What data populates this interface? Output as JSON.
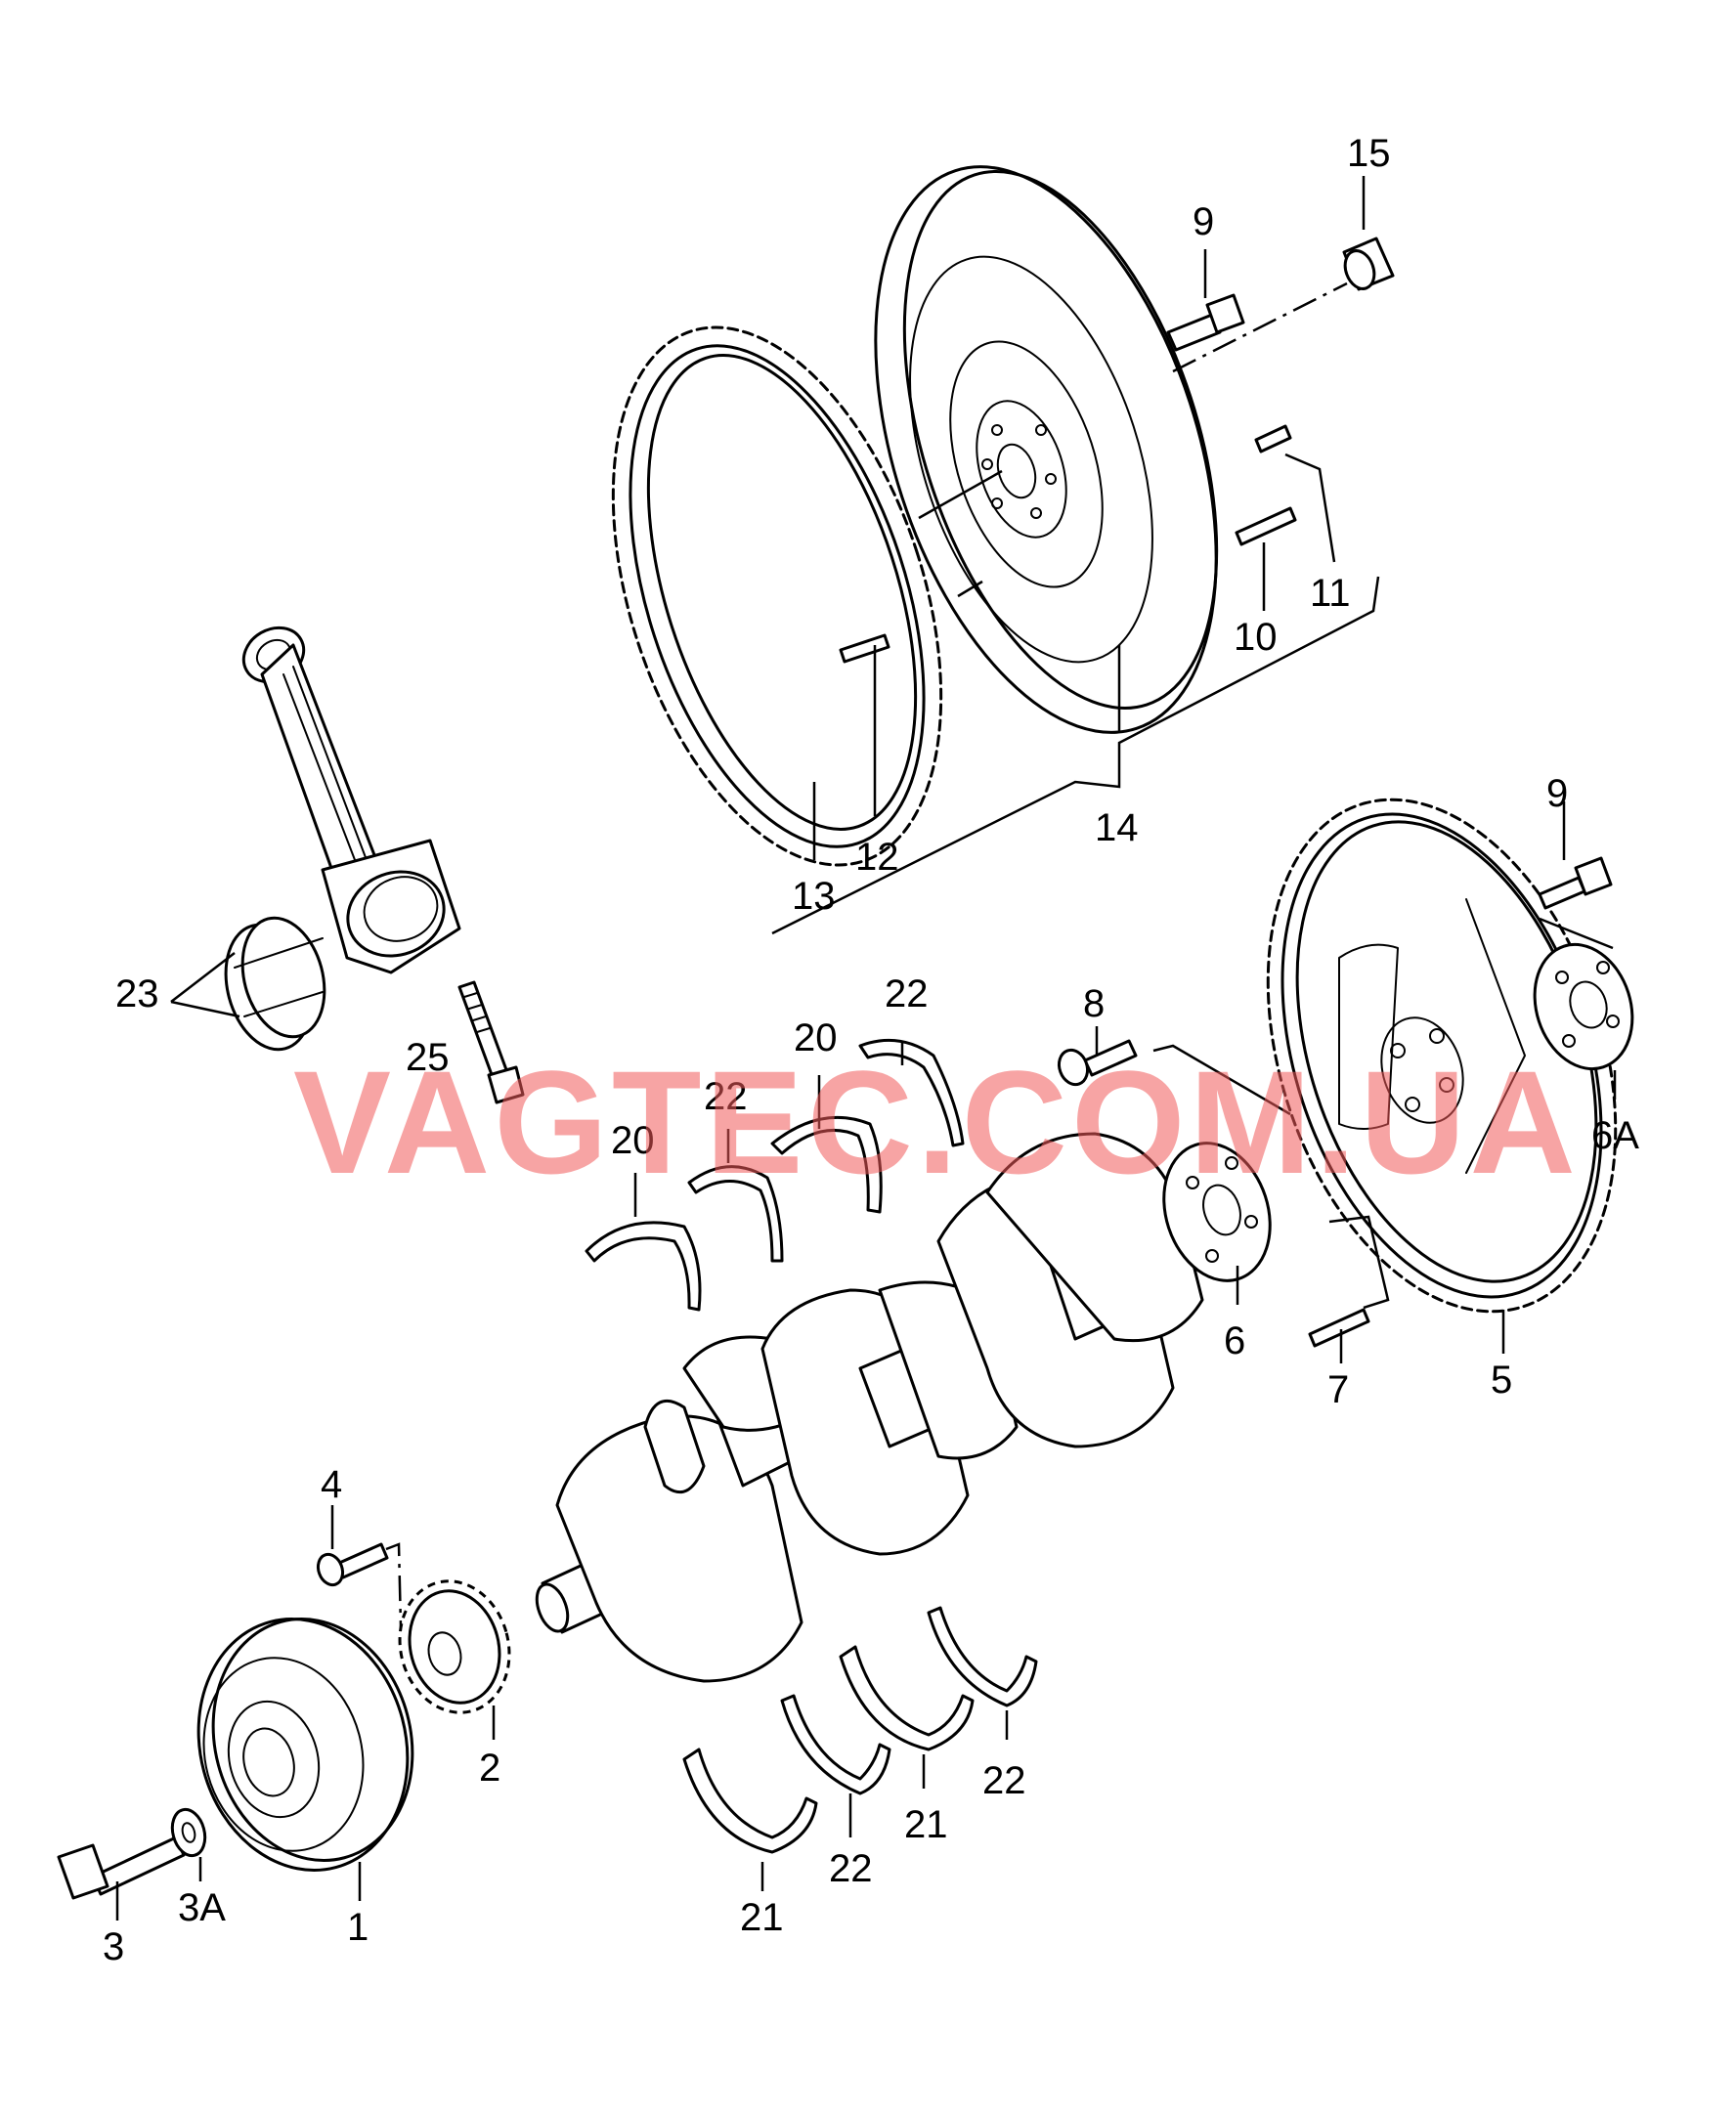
{
  "watermark": "VAGTEC.COM.UA",
  "callouts": {
    "c1": "1",
    "c2": "2",
    "c3": "3",
    "c3a": "3A",
    "c4": "4",
    "c5": "5",
    "c6": "6",
    "c6a": "6A",
    "c7": "7",
    "c8": "8",
    "c9a": "9",
    "c9b": "9",
    "c10": "10",
    "c11": "11",
    "c12": "12",
    "c13": "13",
    "c14": "14",
    "c15": "15",
    "c20a": "20",
    "c20b": "20",
    "c21a": "21",
    "c21b": "21",
    "c22a": "22",
    "c22b": "22",
    "c22c": "22",
    "c22d": "22",
    "c23": "23",
    "c25": "25"
  }
}
